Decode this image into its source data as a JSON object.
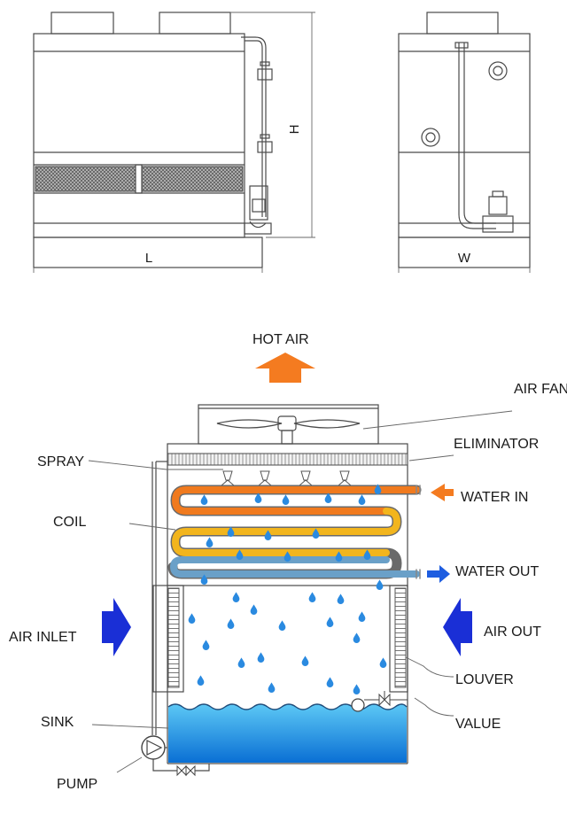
{
  "drawing": {
    "front_view": {
      "dim_height": "H",
      "dim_length": "L"
    },
    "side_view": {
      "dim_width": "W"
    }
  },
  "schematic": {
    "labels": {
      "hot_air": "HOT AIR",
      "air_fan": "AIR FAN",
      "eliminator": "ELIMINATOR",
      "spray": "SPRAY",
      "water_in": "WATER IN",
      "coil": "COIL",
      "water_out": "WATER OUT",
      "air_inlet": "AIR INLET",
      "air_out": "AIR OUT",
      "louver": "LOUVER",
      "sink": "SINK",
      "value": "VALUE",
      "pump": "PUMP"
    }
  },
  "colors": {
    "hot_air_arrow": "#f47b20",
    "air_arrows": "#1a2fd6",
    "water_out_arrow": "#1e5de0",
    "coil_hot": "#f07a1e",
    "coil_warm": "#f2b51d",
    "coil_cool": "#6aa0c8",
    "droplet": "#2a8ae0",
    "water_top": "#5cc8f5",
    "water_bottom": "#0a6fd4",
    "line": "#4a4a4a"
  }
}
